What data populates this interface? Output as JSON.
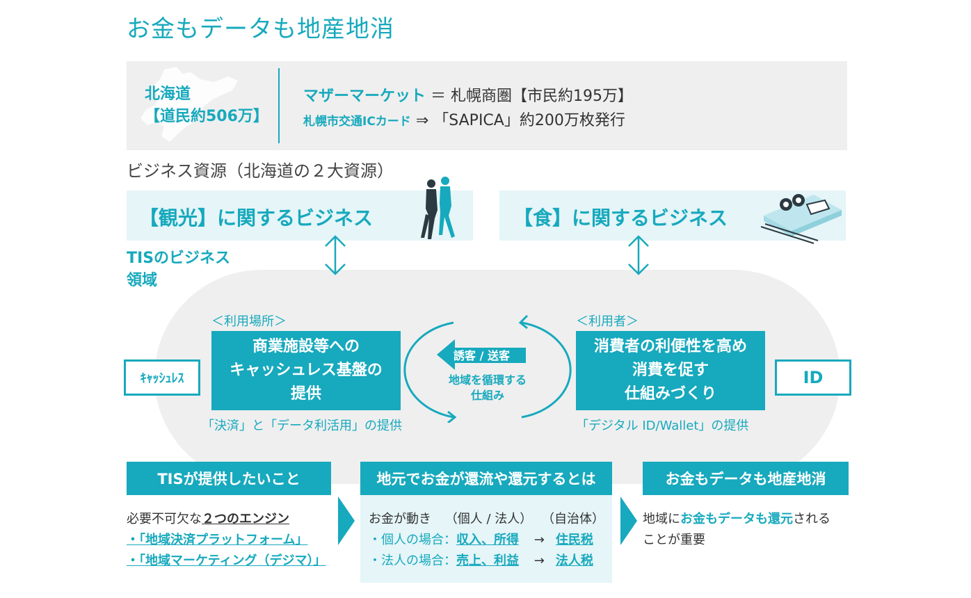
{
  "title": "お金もデータも地産地消",
  "info": {
    "region_name": "北海道",
    "region_population": "【道民約506万】",
    "row1_key": "マザーマーケット",
    "row1_sep": "＝",
    "row1_value": "札幌商圏【市民約195万】",
    "row2_key": "札幌市交通ICカード",
    "row2_sep": "⇒",
    "row2_value": "「SAPICA」約200万枚発行"
  },
  "section_heading": "ビジネス資源（北海道の２大資源）",
  "banners": {
    "tourism": "【観光】に関するビジネス",
    "food": "【食】に関するビジネス"
  },
  "domain_label_line1": "TISのビジネス",
  "domain_label_line2": "領域",
  "left_panel": {
    "label": "＜利用場所＞",
    "line1": "商業施設等への",
    "line2": "キャッシュレス基盤の",
    "line3": "提供",
    "caption": "「決済」と「データ利活用」の提供"
  },
  "right_panel": {
    "label": "＜利用者＞",
    "line1": "消費者の利便性を高め",
    "line2": "消費を促す",
    "line3": "仕組みづくり",
    "caption": "「デジタル ID/Wallet」の提供"
  },
  "cashless_label": "ｷｬｯｼｭﾚｽ",
  "id_label": "ID",
  "cycle": {
    "arrow_label": "誘客 / 送客",
    "line1": "地域を循環する",
    "line2": "仕組み"
  },
  "bottom": {
    "col1": {
      "heading": "TISが提供したいこと",
      "intro_prefix": "必要不可欠な",
      "intro_emph": "２つのエンジン",
      "item1": "・「地域決済プラットフォーム」",
      "item2": "・「地域マーケティング（デジマ）」"
    },
    "col2": {
      "heading": "地元でお金が還流や還元するとは",
      "line1_a": "お金が動き",
      "line1_b": "（個人 / 法人）",
      "line1_c": "（自治体）",
      "line2_label": "・個人の場合：",
      "line2_a": "収入、所得",
      "line2_arrow": "→",
      "line2_b": "住民税",
      "line3_label": "・法人の場合：",
      "line3_a": "売上、利益",
      "line3_arrow": "→",
      "line3_b": "法人税"
    },
    "col3": {
      "heading": "お金もデータも地産地消",
      "line1_a": "地域に",
      "line1_emph": "お金もデータも還元",
      "line1_b": "される",
      "line2": "ことが重要"
    }
  },
  "colors": {
    "accent": "#17a9bd",
    "panel_bg": "#efefef",
    "light_bg": "#e5f5f8"
  },
  "icons": [
    "hokkaido-map-icon",
    "walking-people-icon",
    "sushi-tray-icon",
    "double-arrow-icon",
    "cycle-arrow-icon"
  ]
}
